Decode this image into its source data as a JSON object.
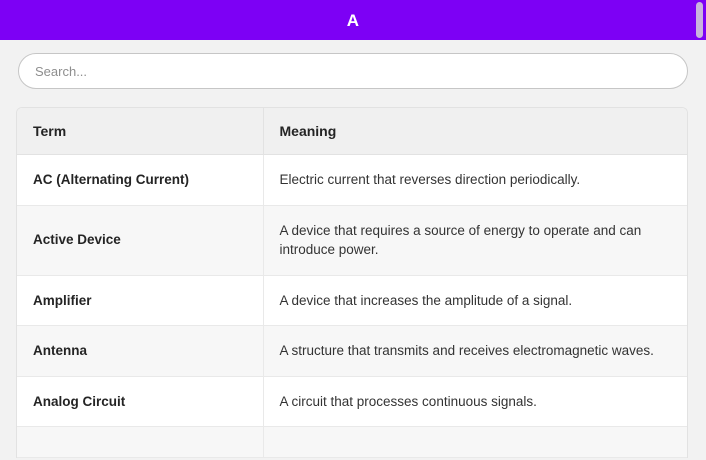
{
  "appbar": {
    "title": "A",
    "background_color": "#7d00f5",
    "title_color": "#ffffff"
  },
  "scrollbar": {
    "name": "vertical-page-scrollbar",
    "thumb_color": "#c9b3dd",
    "position": "right"
  },
  "search": {
    "value": "",
    "placeholder": "Search..."
  },
  "table": {
    "columns": [
      "Term",
      "Meaning"
    ],
    "rows": [
      {
        "term": "AC (Alternating Current)",
        "meaning": "Electric current that reverses direction periodically."
      },
      {
        "term": "Active Device",
        "meaning": "A device that requires a source of energy to operate and can introduce power."
      },
      {
        "term": "Amplifier",
        "meaning": "A device that increases the amplitude of a signal."
      },
      {
        "term": "Antenna",
        "meaning": "A structure that transmits and receives electromagnetic waves."
      },
      {
        "term": "Analog Circuit",
        "meaning": "A circuit that processes continuous signals."
      },
      {
        "term": "",
        "meaning": ""
      }
    ]
  }
}
